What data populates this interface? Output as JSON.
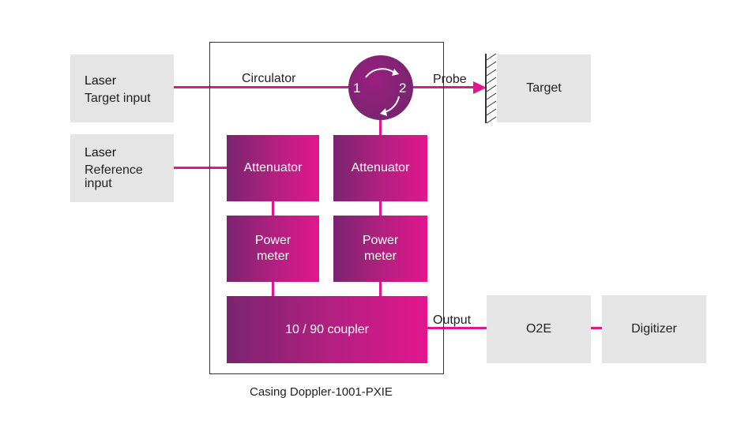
{
  "left_inputs": {
    "laser_target": {
      "title": "Laser",
      "subtitle": "Target input"
    },
    "laser_reference": {
      "title": "Laser",
      "subtitle": "Reference\ninput"
    }
  },
  "casing": {
    "label": "Casing Doppler-1001-PXIE"
  },
  "circulator": {
    "label": "Circulator",
    "port1": "1",
    "port2": "2"
  },
  "attenuators": [
    "Attenuator",
    "Attenuator"
  ],
  "power_meters": [
    "Power\nmeter",
    "Power\nmeter"
  ],
  "coupler": {
    "label": "10 / 90 coupler"
  },
  "probe_label": "Probe",
  "target_label": "Target",
  "output_label": "Output",
  "o2e_label": "O2E",
  "digitizer_label": "Digitizer",
  "colors": {
    "magenta": "#e2168f",
    "purple": "#7a2470",
    "gray_box": "#e5e5e5"
  }
}
